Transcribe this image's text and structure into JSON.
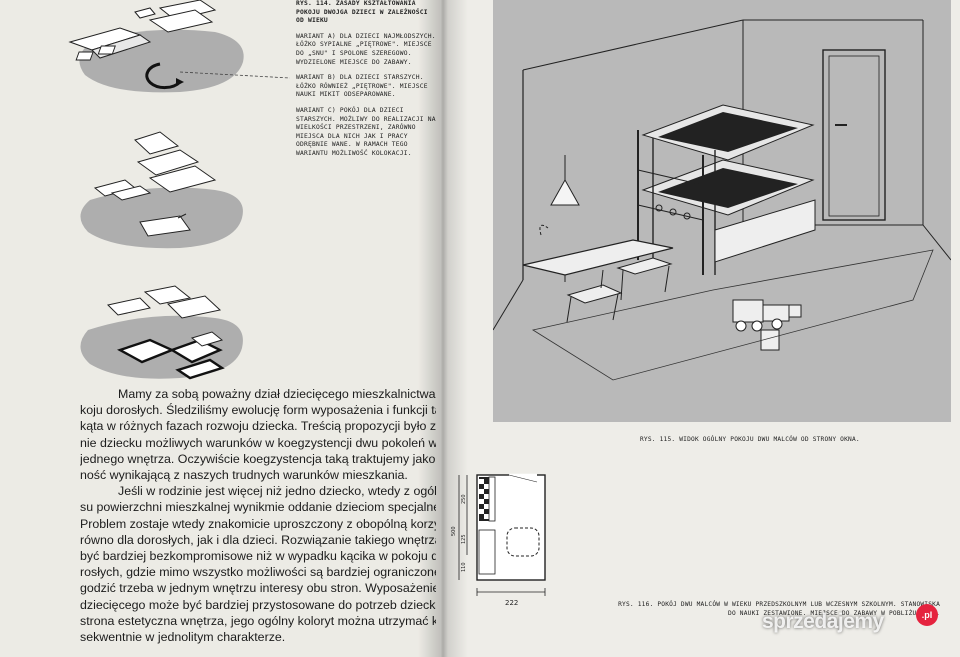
{
  "caption_114": {
    "title": "RYS. 114. ZASADY KSZTAŁTOWANIA POKOJU DWOJGA DZIECI W ZALEŻNOŚCI OD WIEKU",
    "variant_a": "WARIANT a) DLA DZIECI NAJMŁODSZYCH. ŁÓŻKO SYPIALNE „PIĘTROWE\". MIEJSCE DO „SNU\" I SPOLONE SZEREGOWO. WYDZIELONE MIEJSCE DO ZABAWY.",
    "variant_b": "WARIANT b) DLA DZIECI STARSZYCH. ŁÓŻKO RÓWNIEŻ „PIĘTROWE\". MIEJSCE NAUKI MIKIT ODSEPAROWANE.",
    "variant_c": "WARIANT c) POKÓJ DLA DZIECI STARSZYCH. MOŻLIWY DO REALIZACJI NA WIELKOŚCI PRZESTRZENI, ZARÓWNO MIEJSCA DLA NICH JAK I PRACY ODRĘBNIE WANE. W RAMACH TEGO WARIANTU MOŻLIWOŚĆ KOLOKACJI."
  },
  "body": {
    "lines": [
      "Mamy za sobą poważny dział dziecięcego mieszkalnictwa – kąt w po-",
      "koju dorosłych. Śledziliśmy ewolucję form wyposażenia i funkcji takiego",
      "kąta w różnych fazach rozwoju dziecka. Treścią propozycji było zapewnie-",
      "nie dziecku możliwych warunków w koegzystencji dwu pokoleń w ramach",
      "jednego wnętrza. Oczywiście koegzystencja taką traktujemy jako konieczność",
      "ność wynikającą z naszych trudnych warunków mieszkania.",
      "Jeśli w rodzinie jest więcej niż jedno dziecko, wtedy z ogólnego bilan-",
      "su powierzchni mieszkalnej wynikmie oddanie dzieciom specjalnego pokoju.",
      "Problem zostaje wtedy znakomicie uproszczony z obopólną korzyścią za-",
      "równo dla dorosłych, jak i dla dzieci. Rozwiązanie takiego wnętrza może",
      "być bardziej bezkompromisowe niż w wypadku kącika w pokoju dla do-",
      "rosłych, gdzie mimo wszystko możliwości są bardziej ograniczone i pogo-",
      "godzić trzeba w jednym wnętrzu interesy obu stron. Wyposażenie pokoju",
      "dziecięcego może być bardziej przystosowane do potrzeb dziecka. Również",
      "strona estetyczna wnętrza, jego ogólny koloryt można utrzymać kon-",
      "sekwentnie w jednolitym charakterze."
    ]
  },
  "caption_115": "RYS. 115. WIDOK OGÓLNY POKOJU DWU MALCÓW OD STRONY OKNA.",
  "caption_116": {
    "line1": "RYS. 116. POKÓJ DWU MALCÓW W WIEKU PRZEDSZKOLNYM LUB WCZESNYM SZKOLNYM. STANOWISKA",
    "line2": "DO NAUKI ZESTAWIONE. MIEJSCE DO ZABAWY W POBLIŻU OKNA."
  },
  "plan": {
    "dim_bottom": "222",
    "dim_side_total": "500",
    "dim_side_a": "250",
    "dim_side_b": "125",
    "dim_side_c": "110"
  },
  "watermark": {
    "text": "sprzedajemy",
    "badge": ".pl"
  },
  "colors": {
    "paper": "#ecebe5",
    "photo_bg": "#b9b9b9",
    "ink": "#1c1c1c",
    "watermark_badge": "#e5233e"
  }
}
